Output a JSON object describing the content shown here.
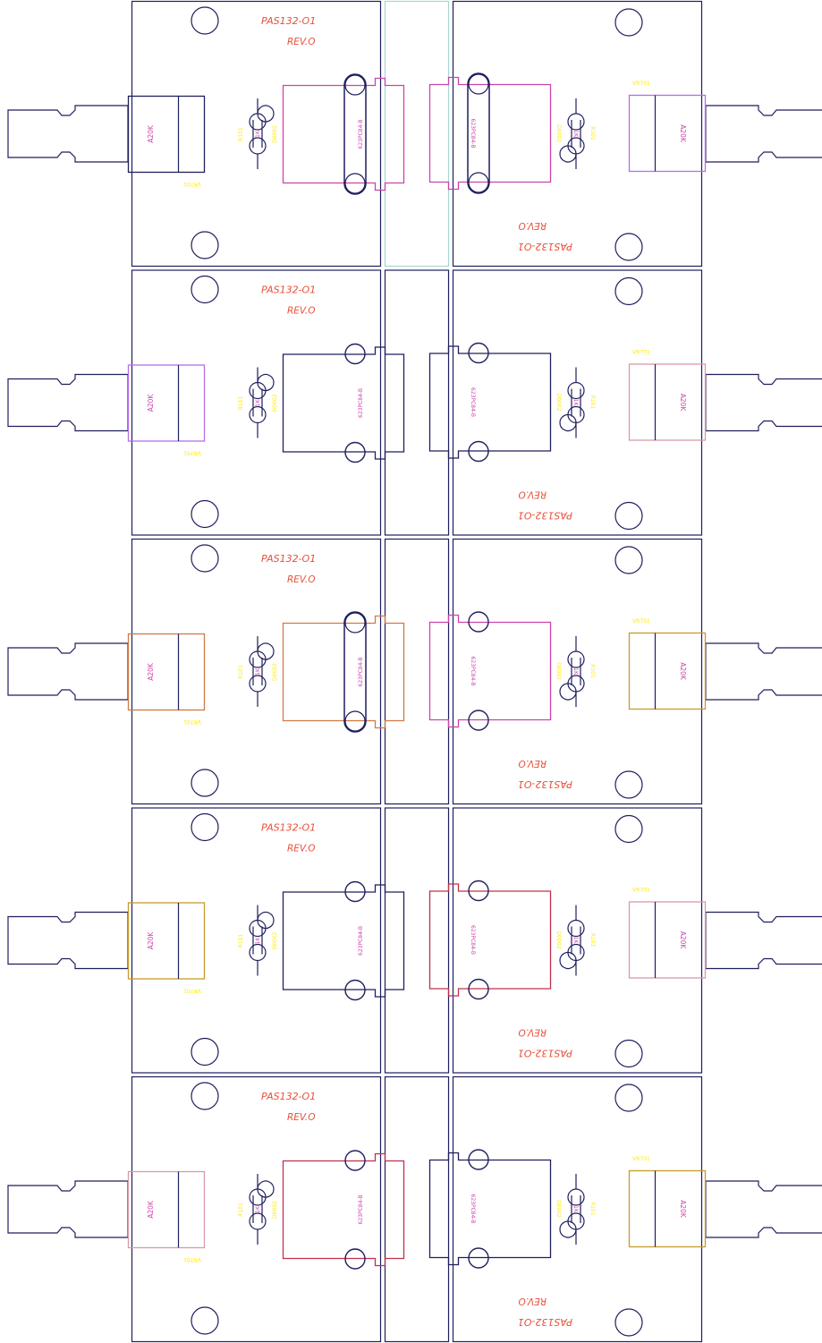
{
  "labels": {
    "board_name": "PAS132-O1",
    "revision": "REV.O",
    "connector_part": "623PC84-B",
    "pot_value": "A20K",
    "pot_ref": "VR701",
    "resistor_ref": "R101",
    "resistor_value": "1K",
    "diode_ref": "D0002"
  },
  "colors": {
    "outline": "#1f1f5e",
    "title": "#e8503a",
    "yellow_label": "#ffea00",
    "magenta": "#cc44aa",
    "violet": "#b86ce6",
    "pink": "#d89aa8",
    "orange": "#d07a45",
    "gold": "#c89a2a",
    "red": "#c0304a",
    "teal": "#a8d6cf"
  },
  "rows": [
    {
      "left_pot": "#1f1f5e",
      "left_conn": "#cc44aa",
      "right_conn": "#cc44aa",
      "right_pot": "#b86ce6",
      "slot_left": true,
      "slot_right": true,
      "middle": "#a8d6cf"
    },
    {
      "left_pot": "#b86ce6",
      "left_conn": "#1f1f5e",
      "right_conn": "#1f1f5e",
      "right_pot": "#d89aa8",
      "slot_left": false,
      "slot_right": false,
      "middle": "#1f1f5e"
    },
    {
      "left_pot": "#d07a45",
      "left_conn": "#d07a45",
      "right_conn": "#cc44aa",
      "right_pot": "#c89a2a",
      "slot_left": true,
      "slot_right": false,
      "middle": "#1f1f5e"
    },
    {
      "left_pot": "#c89a2a",
      "left_conn": "#1f1f5e",
      "right_conn": "#c0304a",
      "right_pot": "#d89aa8",
      "slot_left": false,
      "slot_right": false,
      "middle": "#1f1f5e"
    },
    {
      "left_pot": "#d89aa8",
      "left_conn": "#c0304a",
      "right_conn": "#1f1f5e",
      "right_pot": "#c89a2a",
      "slot_left": false,
      "slot_right": false,
      "middle": "#1f1f5e"
    }
  ]
}
